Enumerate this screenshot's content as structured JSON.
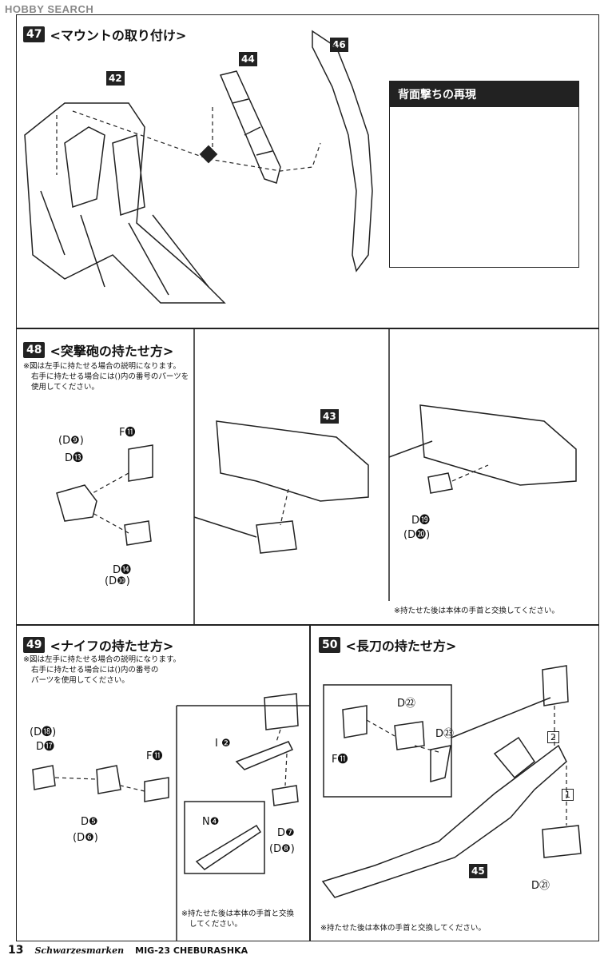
{
  "watermark": "HOBBY SEARCH",
  "panel47": {
    "num": "47",
    "title": "<マウントの取り付け>",
    "callouts": [
      "42",
      "44",
      "46"
    ],
    "inset": {
      "title": "背面撃ちの再現"
    }
  },
  "panel48": {
    "num": "48",
    "title": "<突撃砲の持たせ方>",
    "note": [
      "※図は左手に持たせる場合の説明になります。",
      "右手に持たせる場合には()内の番号のパーツを",
      "使用してください。"
    ],
    "labels": {
      "f11": "F⓫",
      "d9": "(D❾)",
      "d13": "D⓭",
      "d14": "D⓮",
      "d10": "(D❿)",
      "d19": "D⓳",
      "d20": "(D⓴)"
    },
    "callout": "43",
    "note2": "※持たせた後は本体の手首と交換してください。"
  },
  "panel49": {
    "num": "49",
    "title": "<ナイフの持たせ方>",
    "note": [
      "※図は左手に持たせる場合の説明になります。",
      "右手に持たせる場合には()内の番号の",
      "パーツを使用してください。"
    ],
    "labels": {
      "d18": "(D⓲)",
      "d17": "D⓱",
      "f11": "F⓫",
      "d5": "D❺",
      "d6": "(D❻)",
      "i2": "I ❷",
      "n4": "N❹",
      "d7": "D❼",
      "d8": "(D❽)"
    },
    "note2": [
      "※持たせた後は本体の手首と交換",
      "してください。"
    ]
  },
  "panel50": {
    "num": "50",
    "title": "<長刀の持たせ方>",
    "labels": {
      "d22": "D㉒",
      "d23": "D㉓",
      "f11": "F⓫",
      "d21": "D㉑"
    },
    "steps": [
      "2",
      "1"
    ],
    "callout": "45",
    "note2": "※持たせた後は本体の手首と交換してください。"
  },
  "footer": {
    "page": "13",
    "brand": "Schwarzesmarken",
    "model": "MIG-23 CHEBURASHKA"
  }
}
